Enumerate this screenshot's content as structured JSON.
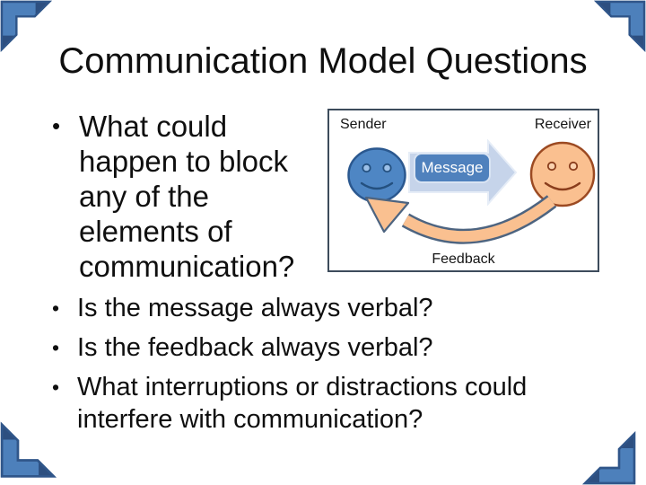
{
  "slide": {
    "title": "Communication Model Questions",
    "bullets_left": [
      {
        "marker": "•",
        "text": "What could happen to block any of the elements of communication?"
      }
    ],
    "bullets_bottom": [
      {
        "marker": "•",
        "text": "Is the message always verbal?"
      },
      {
        "marker": "•",
        "text": "Is the feedback always verbal?"
      },
      {
        "marker": "•",
        "text": "What interruptions or distractions could interfere with communication?"
      }
    ]
  },
  "diagram": {
    "sender_label": "Sender",
    "receiver_label": "Receiver",
    "message_label": "Message",
    "feedback_label": "Feedback",
    "icons": {
      "sender": "blue-smiley-face-icon",
      "receiver": "orange-smiley-face-icon",
      "message": "right-block-arrow-icon",
      "feedback": "curved-feedback-arrow-icon"
    }
  },
  "decorations": {
    "corner_icon": "blue-corner-bracket-icon"
  },
  "colors": {
    "corner_blue": "#4D80BB",
    "corner_blue_dark": "#2D4F80",
    "corner_border": "#30568A",
    "sender_face_fill": "#4E86C4",
    "sender_face_border": "#2B588F",
    "receiver_face_fill": "#FAC090",
    "receiver_face_border": "#9C4A22",
    "message_arrow_fill": "#C6D4EA",
    "message_box_fill": "#4F81BD",
    "feedback_fill": "#FAC090",
    "feedback_border": "#4D6480",
    "diagram_border": "#3D4C5C",
    "text": "#0F0F0F"
  }
}
